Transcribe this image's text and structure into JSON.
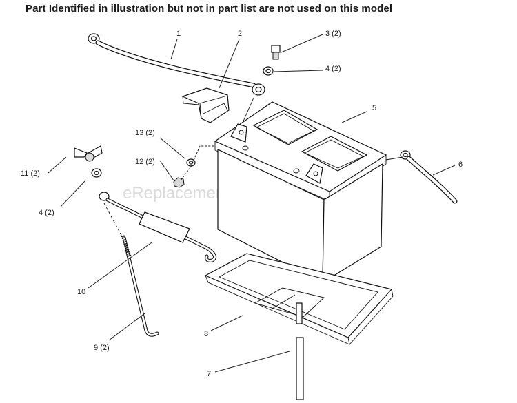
{
  "header": "Part Identified in illustration but not in part list are not used on this model",
  "watermark": "eReplacementParts.com",
  "callouts": [
    {
      "id": "1",
      "label": "1"
    },
    {
      "id": "2",
      "label": "2"
    },
    {
      "id": "3",
      "label": "3 (2)"
    },
    {
      "id": "4a",
      "label": "4 (2)"
    },
    {
      "id": "5",
      "label": "5"
    },
    {
      "id": "6",
      "label": "6"
    },
    {
      "id": "7",
      "label": "7"
    },
    {
      "id": "8",
      "label": "8"
    },
    {
      "id": "9",
      "label": "9 (2)"
    },
    {
      "id": "10",
      "label": "10"
    },
    {
      "id": "11",
      "label": "11 (2)"
    },
    {
      "id": "12",
      "label": "12 (2)"
    },
    {
      "id": "13",
      "label": "13 (2)"
    },
    {
      "id": "4b",
      "label": "4 (2)"
    }
  ]
}
